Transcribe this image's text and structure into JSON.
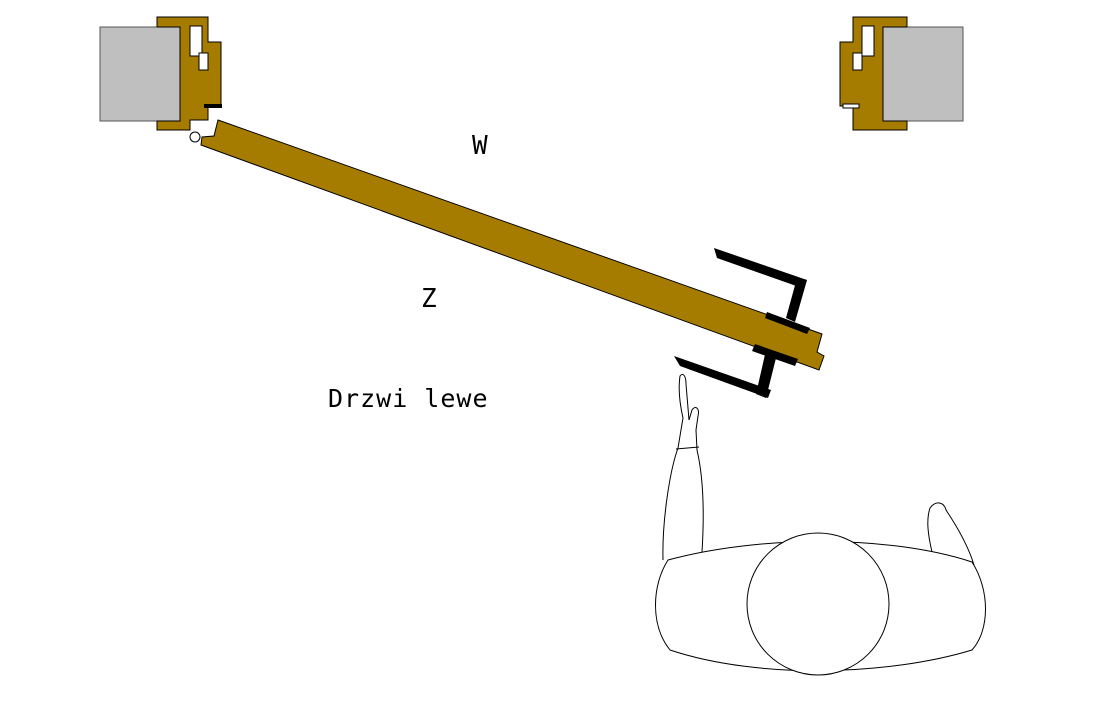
{
  "labels": {
    "w": "W",
    "z": "Z",
    "caption": "Drzwi lewe"
  },
  "colors": {
    "wood": "#a67c00",
    "wall": "#bfbfbf",
    "handle": "#000000",
    "outline": "#000000",
    "background": "#ffffff"
  }
}
